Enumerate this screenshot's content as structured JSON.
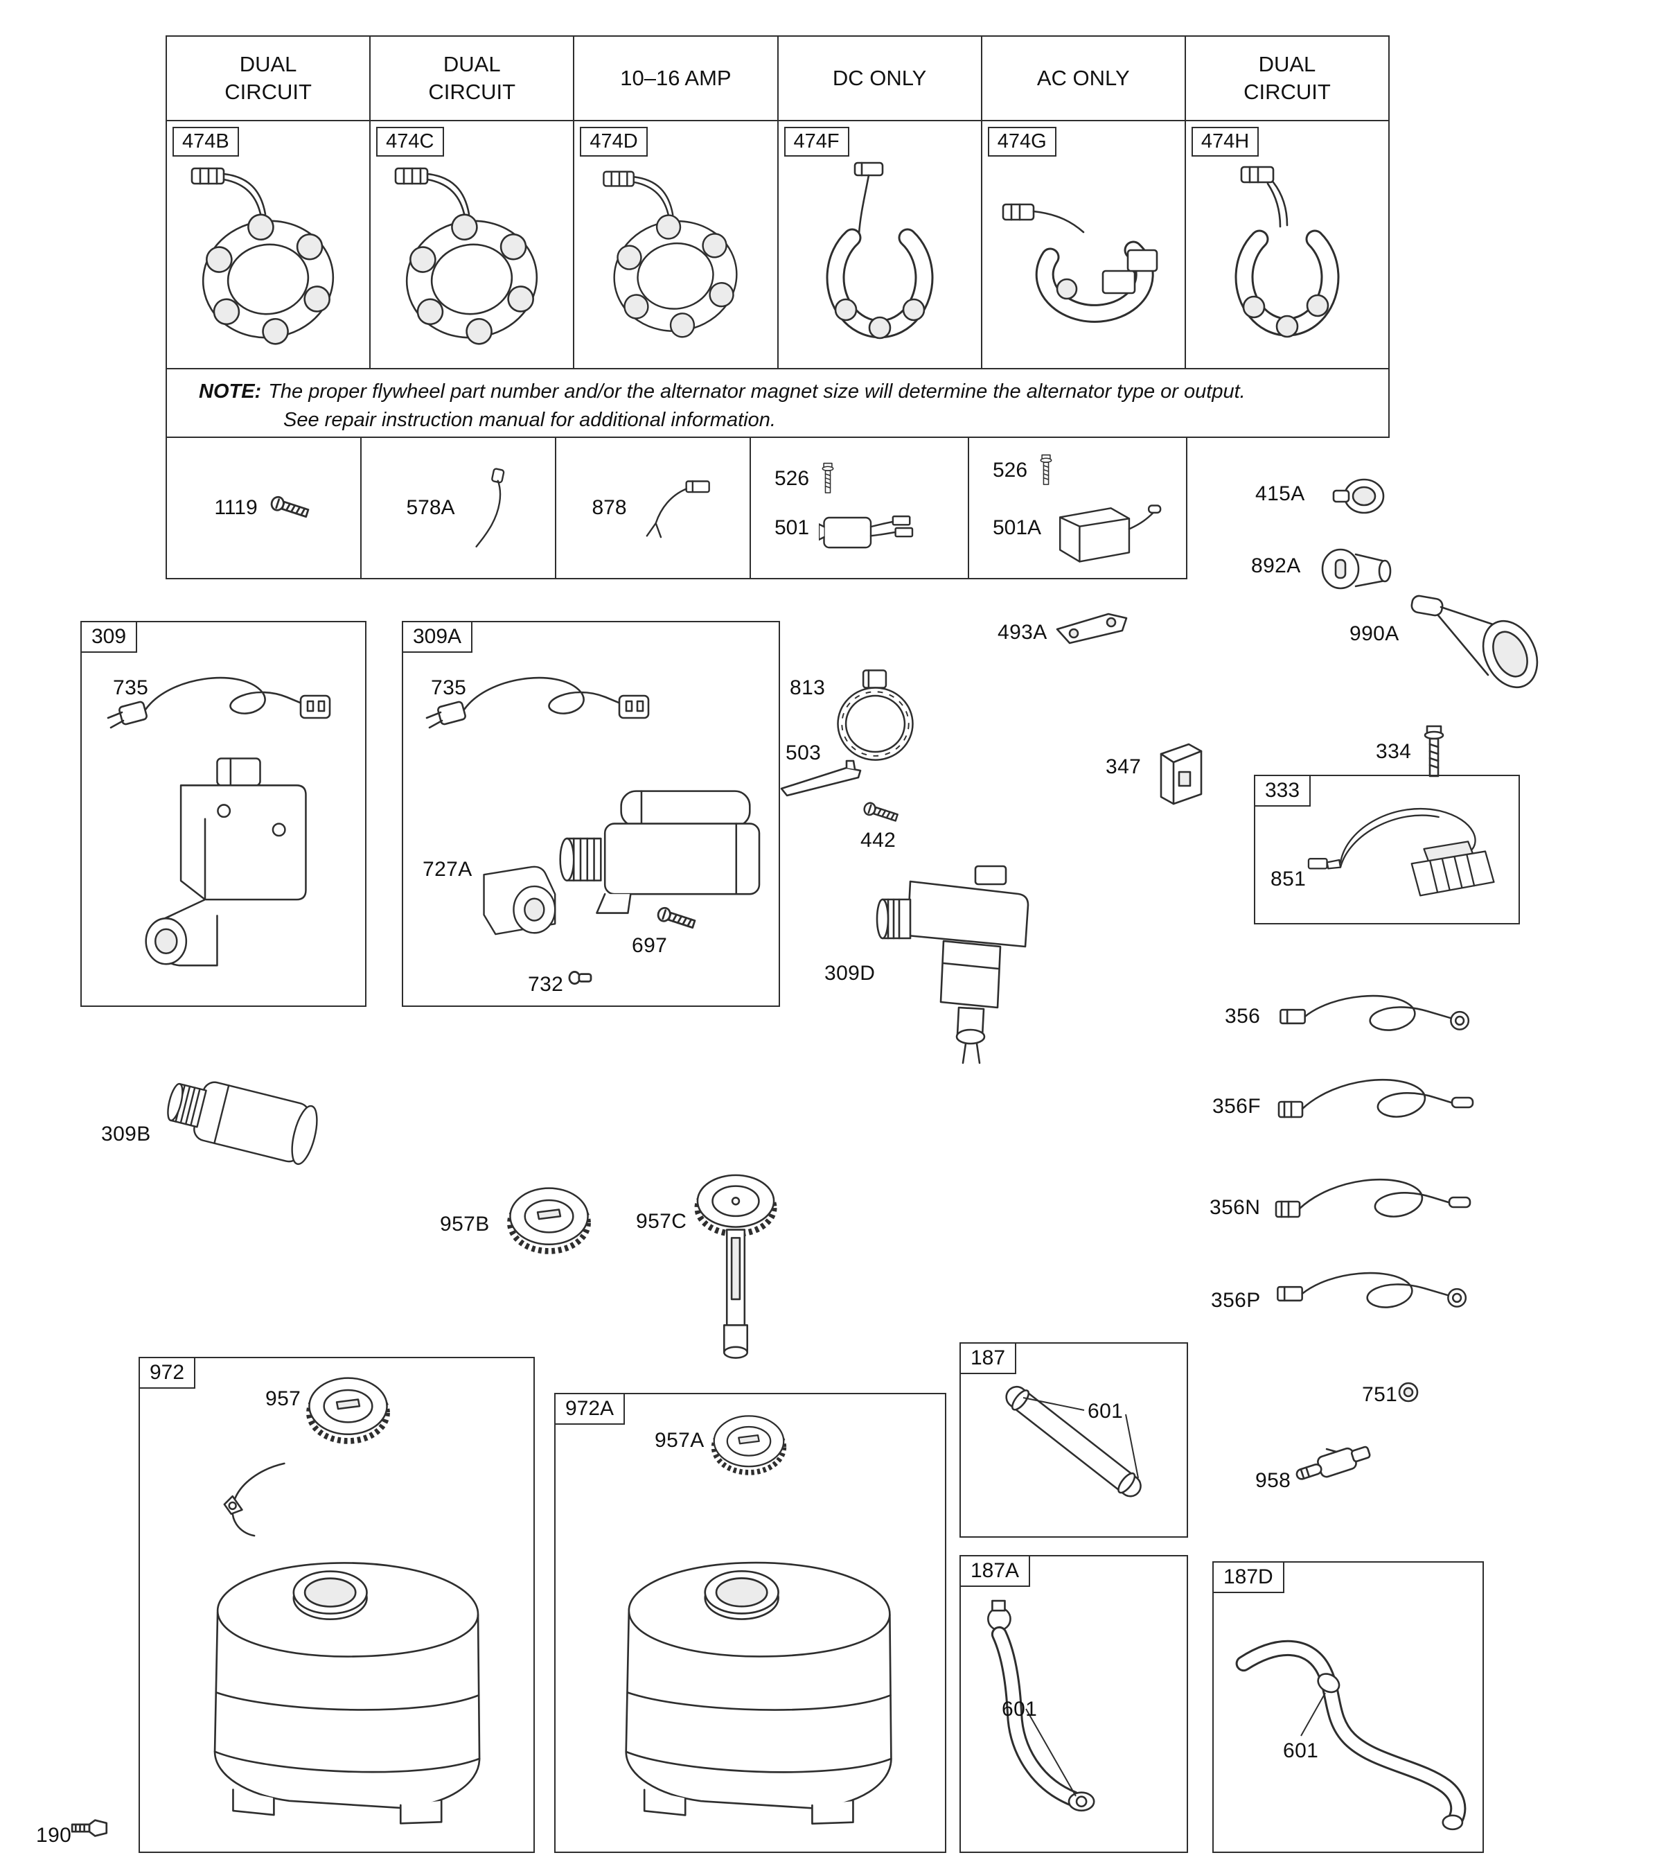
{
  "page_number": "190",
  "table": {
    "headers": [
      "DUAL\nCIRCUIT",
      "DUAL\nCIRCUIT",
      "10–16 AMP",
      "DC ONLY",
      "AC ONLY",
      "DUAL\nCIRCUIT"
    ],
    "alternators": [
      "474B",
      "474C",
      "474D",
      "474F",
      "474G",
      "474H"
    ],
    "note": {
      "label": "NOTE:",
      "line1": "The proper flywheel part number and/or the alternator magnet size will determine the alternator type or output.",
      "line2": "See repair instruction manual for additional information."
    },
    "row2": {
      "c1": "1119",
      "c2": "578A",
      "c3": "878",
      "c4a": "526",
      "c4b": "501",
      "c5a": "526",
      "c5b": "501A"
    }
  },
  "parts": {
    "p415A": "415A",
    "p892A": "892A",
    "p990A": "990A",
    "p493A": "493A",
    "b309": "309",
    "p735a": "735",
    "b309A": "309A",
    "p735b": "735",
    "p727A": "727A",
    "p697": "697",
    "p732": "732",
    "p813": "813",
    "p503": "503",
    "p442": "442",
    "p347": "347",
    "p334": "334",
    "b333": "333",
    "p851": "851",
    "p309D": "309D",
    "p356": "356",
    "p356F": "356F",
    "p356N": "356N",
    "p356P": "356P",
    "p309B": "309B",
    "p957B": "957B",
    "p957C": "957C",
    "b972": "972",
    "p957": "957",
    "b972A": "972A",
    "p957A": "957A",
    "b187": "187",
    "p601a": "601",
    "p751": "751",
    "p958": "958",
    "b187A": "187A",
    "p601b": "601",
    "b187D": "187D",
    "p601c": "601"
  }
}
